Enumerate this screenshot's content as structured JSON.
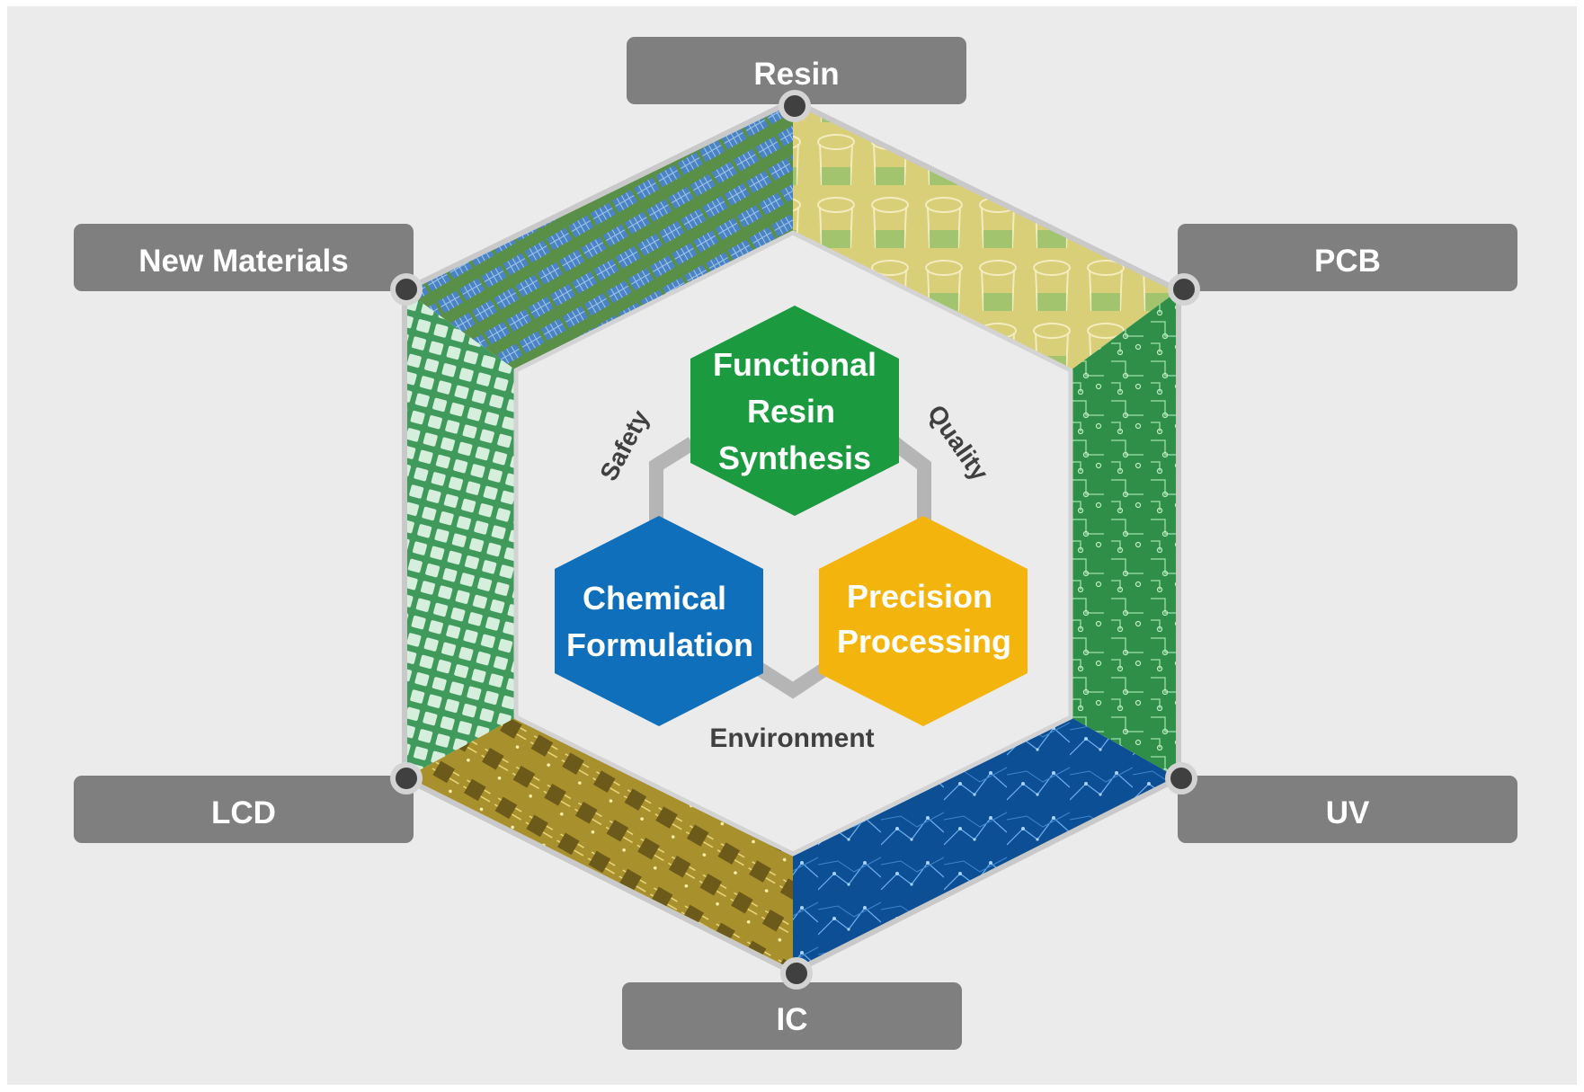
{
  "diagram": {
    "application_labels": {
      "resin": "Resin",
      "pcb": "PCB",
      "uv": "UV",
      "ic": "IC",
      "lcd": "LCD",
      "new_materials": "New Materials"
    },
    "core": {
      "functional": [
        "Functional",
        "Resin",
        "Synthesis"
      ],
      "chemical": [
        "Chemical",
        "Formulation"
      ],
      "precision": [
        "Precision",
        "Processing"
      ]
    },
    "values": {
      "safety": "Safety",
      "quality": "Quality",
      "environment": "Environment"
    },
    "segment_themes": {
      "top_left": "solar-panels",
      "top_right": "lab-test-tubes",
      "right": "circuit-board",
      "bottom_right": "digital-network",
      "bottom_left": "chip-circuit",
      "left": "laptop-keyboard"
    },
    "colors": {
      "background": "#ebebeb",
      "label_box": "#7f7f7f",
      "label_text": "#ffffff",
      "hex_green": "#1b9a3f",
      "hex_blue": "#0f6fba",
      "hex_yellow": "#f3b50d",
      "connector_gray": "#b5b5b5",
      "value_text": "#404040"
    }
  }
}
